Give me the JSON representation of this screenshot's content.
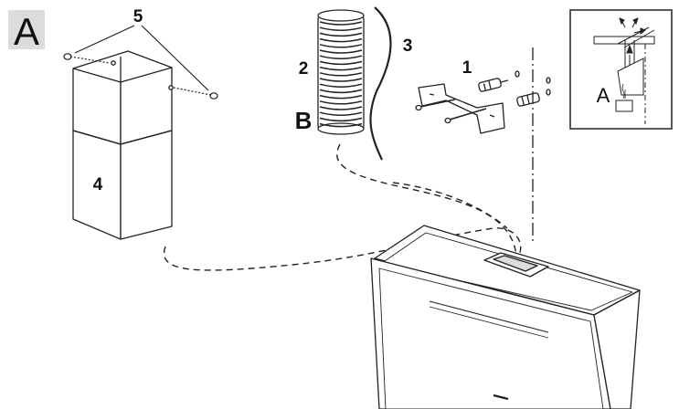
{
  "panel_label": "A",
  "inset_label": "A",
  "labels": {
    "bracket": "1",
    "hose": "2",
    "cable": "3",
    "chimney": "4",
    "screws": "5",
    "hose_option": "B"
  }
}
